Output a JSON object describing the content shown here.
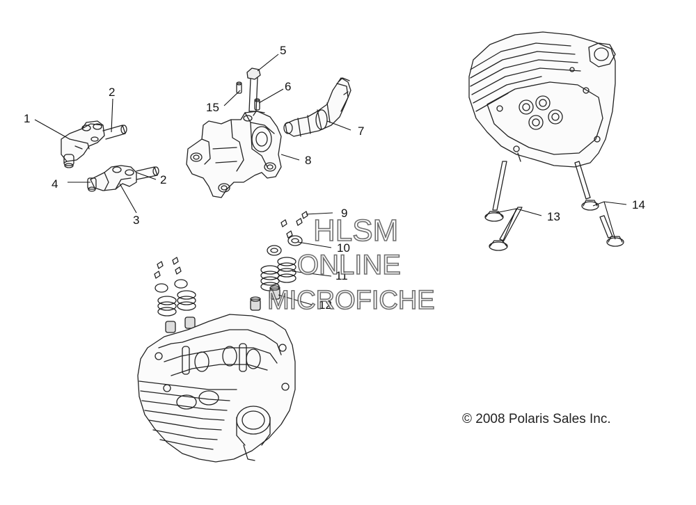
{
  "diagram": {
    "callouts": [
      {
        "id": "c1",
        "label": "1"
      },
      {
        "id": "c2a",
        "label": "2"
      },
      {
        "id": "c2b",
        "label": "2"
      },
      {
        "id": "c3",
        "label": "3"
      },
      {
        "id": "c4",
        "label": "4"
      },
      {
        "id": "c5",
        "label": "5"
      },
      {
        "id": "c6",
        "label": "6"
      },
      {
        "id": "c7",
        "label": "7"
      },
      {
        "id": "c8",
        "label": "8"
      },
      {
        "id": "c9",
        "label": "9"
      },
      {
        "id": "c10",
        "label": "10"
      },
      {
        "id": "c11",
        "label": "11"
      },
      {
        "id": "c12",
        "label": "12"
      },
      {
        "id": "c13",
        "label": "13"
      },
      {
        "id": "c14",
        "label": "14"
      },
      {
        "id": "c15",
        "label": "15"
      }
    ],
    "watermark": {
      "line1": "HLSM",
      "line2": "ONLINE",
      "line3": "MICROFICHE"
    },
    "copyright": "© 2008 Polaris Sales Inc."
  }
}
